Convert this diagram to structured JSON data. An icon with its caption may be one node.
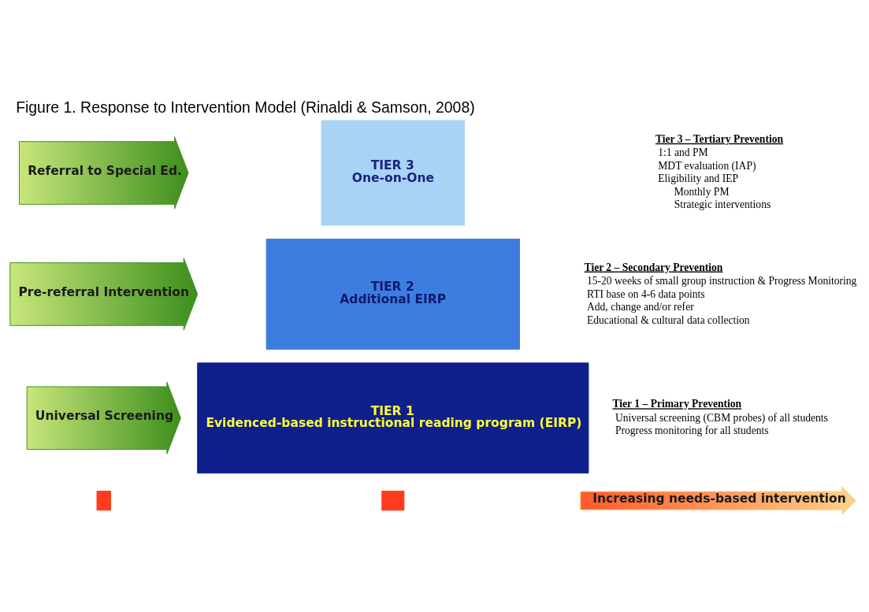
{
  "diagram": {
    "title": "Figure 1. Response to Intervention Model (Rinaldi & Samson, 2008)",
    "nodes": [
      {
        "text": [
          "Referral to Special Ed."
        ]
      },
      {
        "text": [
          "TIER 3",
          "One-on-One"
        ]
      },
      {
        "text": [
          "Pre-referral Intervention"
        ]
      },
      {
        "text": [
          "TIER 2",
          "Additional EIRP"
        ]
      },
      {
        "text": [
          "Universal Screening"
        ]
      },
      {
        "text": [
          "TIER 1",
          "Evidenced-based instructional reading program (EIRP)"
        ]
      },
      {
        "text": [],
        "shape": "box"
      },
      {
        "text": [],
        "shape": "box"
      },
      {
        "text": [
          "Increasing needs-based intervention"
        ]
      }
    ],
    "edges": [],
    "labels": [
      "Tier 3 – Tertiary Prevention",
      "1:1 and PM",
      "MDT evaluation (IAP)",
      "Eligibility and IEP",
      "Monthly PM",
      "Strategic interventions",
      "Tier 2 – Secondary Prevention",
      "15-20 weeks of small group instruction & Progress Monitoring",
      "RTI base on 4-6 data points",
      "Add, change and/or refer",
      "Educational & cultural data collection",
      "Tier 1 – Primary Prevention",
      "Universal screening (CBM probes) of all students",
      "Progress monitoring for all students"
    ]
  }
}
